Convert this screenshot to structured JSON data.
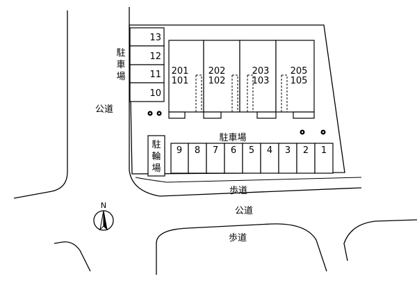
{
  "site": {
    "left_parking_label": [
      "駐",
      "車",
      "場"
    ],
    "left_parking_spaces": [
      "13",
      "12",
      "11",
      "10"
    ],
    "buildings": [
      {
        "upper": "201",
        "lower": "101"
      },
      {
        "upper": "202",
        "lower": "102"
      },
      {
        "upper": "203",
        "lower": "103"
      },
      {
        "upper": "205",
        "lower": "105"
      }
    ],
    "bottom_parking_label": "駐車場",
    "bottom_parking_spaces": [
      "9",
      "8",
      "7",
      "6",
      "5",
      "4",
      "3",
      "2",
      "1"
    ],
    "bicycle_parking_label": [
      "駐",
      "輪",
      "場"
    ]
  },
  "roads": {
    "public_road_left": "公道",
    "sidewalk_top": "歩道",
    "public_road_bottom": "公道",
    "sidewalk_bottom": "歩道"
  },
  "compass": {
    "north_label": "N"
  }
}
